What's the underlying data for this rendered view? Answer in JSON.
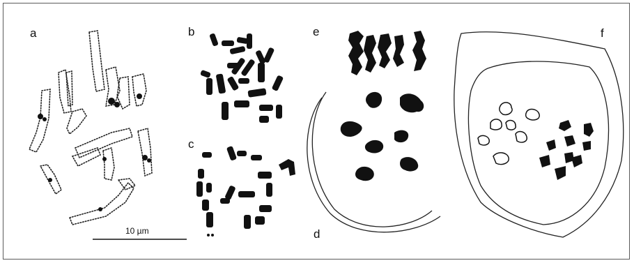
{
  "figure": {
    "panel_labels": {
      "a": "a",
      "b": "b",
      "c": "c",
      "d": "d",
      "e": "e",
      "f": "f"
    },
    "scale_bar": {
      "label": "10 µm"
    },
    "colors": {
      "ink": "#111111",
      "frame": "#5a5a5a",
      "background": "#ffffff"
    }
  }
}
